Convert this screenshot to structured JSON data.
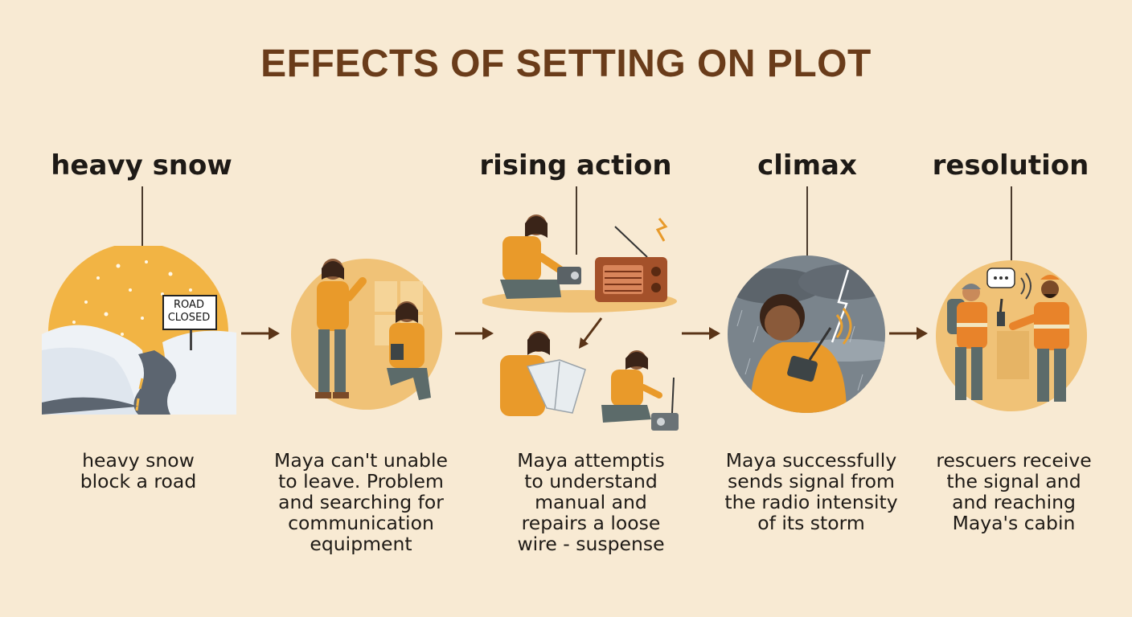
{
  "title": "EFFECTS OF SETTING ON PLOT",
  "stages": [
    {
      "label": "heavy snow",
      "caption": "heavy snow\nblock a road",
      "sign": [
        "ROAD",
        "CLOSED"
      ]
    },
    {
      "label": "",
      "caption": "Maya can't unable\nto leave. Problem\nand searching for\ncommunication\nequipment"
    },
    {
      "label": "rising action",
      "caption": "Maya attemptis\nto understand\nmanual and\nrepairs a loose\nwire - suspense"
    },
    {
      "label": "climax",
      "caption": "Maya successfully\nsends signal from\nthe radio intensity\nof its storm"
    },
    {
      "label": "resolution",
      "caption": "rescuers receive\nthe signal and\nand reaching\nMaya's cabin"
    }
  ],
  "colors": {
    "background": "#f8ead3",
    "title": "#6a3c1a",
    "accent": "#e89a2a",
    "arrow": "#5a3417"
  },
  "icons": [
    "snow-scene-illustration",
    "searching-illustration",
    "radio-repair-illustration",
    "storm-signal-illustration",
    "rescue-illustration"
  ]
}
